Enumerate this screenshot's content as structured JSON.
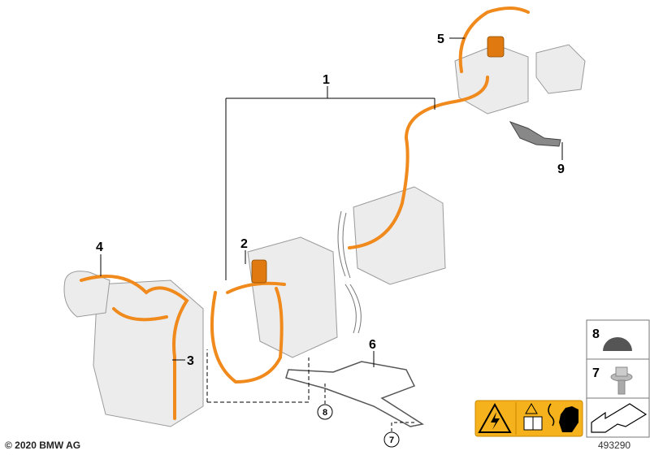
{
  "callouts": {
    "c1": "1",
    "c2": "2",
    "c3": "3",
    "c4": "4",
    "c5": "5",
    "c6": "6",
    "c7": "7",
    "c8": "8",
    "c9": "9"
  },
  "legend_panel": {
    "items": [
      {
        "number": "8",
        "icon": "cap-dome-icon"
      },
      {
        "number": "7",
        "icon": "bolt-icon"
      },
      {
        "number": "",
        "icon": "direction-arrow-icon"
      }
    ]
  },
  "warning_label": {
    "icons": [
      "high-voltage-icon",
      "read-manual-icon",
      "gloves-icon"
    ],
    "color": "#f5b21c"
  },
  "colors": {
    "cable": "#f08a1c",
    "component": "#e6e6e6"
  },
  "footer": {
    "copyright": "© 2020 BMW AG",
    "image_number": "493290"
  }
}
